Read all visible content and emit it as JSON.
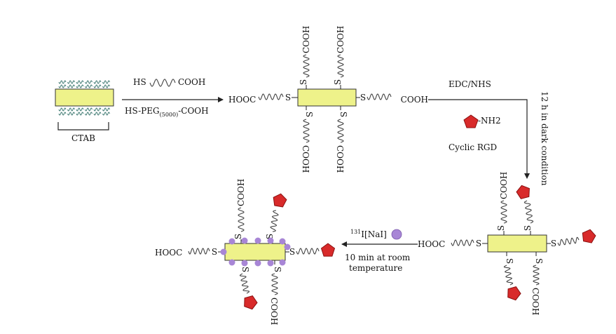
{
  "labels": {
    "ctab": "CTAB",
    "hs_peg_reagent": "HS-PEG(5000)-COOH",
    "hs_peg_base": "HS-PEG",
    "hs_peg_subscript": "(5000)",
    "hs_peg_tail": "-COOH",
    "hs": "HS",
    "cooh": "COOH",
    "hooc": "HOOC",
    "s": "S",
    "edc_nhs": "EDC/NHS",
    "nh2": "-NH2",
    "cyclic_rgd": "Cyclic RGD",
    "dark_condition": "12 h in dark condition",
    "iodide_sup": "131",
    "iodide": "I[NaI]",
    "room_temp_line1": "10 min at room",
    "room_temp_line2": "temperature"
  },
  "colors": {
    "nanorod_fill": "#eef28a",
    "nanorod_stroke": "#333333",
    "peg_line": "#444444",
    "ctab_line": "#3f7a72",
    "rgd_fill": "#d82a2a",
    "rgd_stroke": "#8a1010",
    "iodine_fill": "#a886d6",
    "arrow": "#222222"
  },
  "icons": [
    "nanorod",
    "peg-chain",
    "ctab-surfactant",
    "rgd-pentagon",
    "iodine-dot",
    "arrow"
  ]
}
